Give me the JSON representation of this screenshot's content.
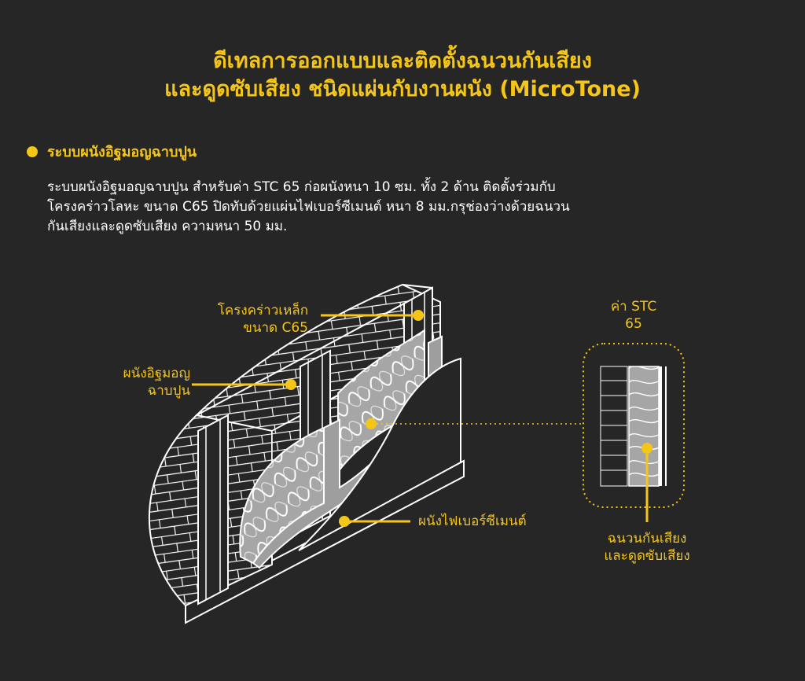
{
  "title": {
    "line1": "ดีเทลการออกแบบและติดตั้งฉนวนกันเสียง",
    "line2": "และดูดซับเสียง ชนิดแผ่นกับงานผนัง (MicroTone)"
  },
  "section": {
    "heading": "ระบบผนังอิฐมอญฉาบปูน",
    "description_lines": [
      "ระบบผนังอิฐมอญฉาบปูน สำหรับค่า STC 65 ก่อผนังหนา 10 ซม. ทั้ง 2 ด้าน ติดตั้งร่วมกับ",
      "โครงคร่าวโลหะ ขนาด C65 ปิดทับด้วยแผ่นไฟเบอร์ซีเมนต์ หนา 8 มม.กรุช่องว่างด้วยฉนวน",
      "กันเสียงและดูดซับเสียง ความหนา 50 มม."
    ]
  },
  "labels": {
    "steel_frame": [
      "โครงคร่าวเหล็ก",
      "ขนาด C65"
    ],
    "brick_wall": [
      "ผนังอิฐมอญ",
      "ฉาบปูน"
    ],
    "fiber_cement": "ผนังไฟเบอร์ซีเมนต์",
    "stc": [
      "ค่า STC",
      "65"
    ],
    "insulation": [
      "ฉนวนกันเสียง",
      "และดูดซับเสียง"
    ]
  },
  "colors": {
    "accent": "#f5c518",
    "background": "#262626",
    "line": "#ffffff",
    "panel_gray": "#a3a3a3",
    "wall_dark": "#262626"
  }
}
